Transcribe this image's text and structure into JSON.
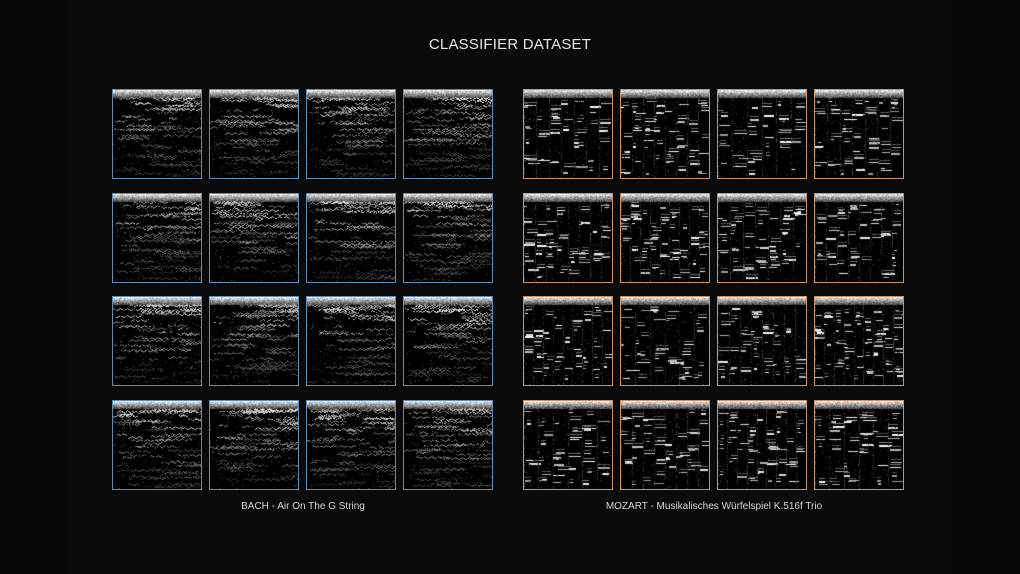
{
  "title": "CLASSIFIER DATASET",
  "groups": [
    {
      "caption": "BACH - Air On The G String",
      "border_color": "#5f8db4",
      "style": "bach",
      "rows": 4,
      "cols": 4
    },
    {
      "caption": "MOZART - Musikalisches Würfelspiel K.516f Trio",
      "border_color": "#c6946a",
      "style": "mozart",
      "rows": 4,
      "cols": 4
    }
  ]
}
